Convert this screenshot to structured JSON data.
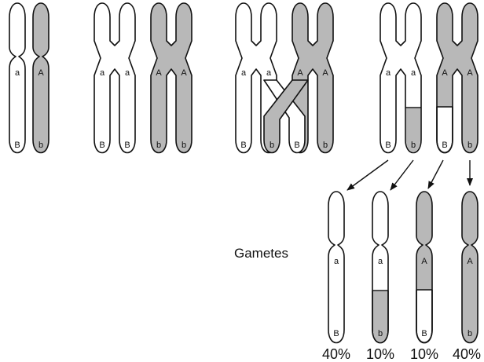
{
  "colors": {
    "shaded": "#b8b8b8",
    "outline": "#111111",
    "background": "#ffffff"
  },
  "labels": {
    "a": "a",
    "A": "A",
    "B": "B",
    "b": "b",
    "gametes_title": "Gametes"
  },
  "gametes": [
    {
      "percent": "40%",
      "upper": "a",
      "lower": "B",
      "recombinant": false
    },
    {
      "percent": "10%",
      "upper": "a",
      "lower": "b",
      "recombinant": true
    },
    {
      "percent": "10%",
      "upper": "A",
      "lower": "B",
      "recombinant": true
    },
    {
      "percent": "40%",
      "upper": "A",
      "lower": "b",
      "recombinant": false
    }
  ]
}
